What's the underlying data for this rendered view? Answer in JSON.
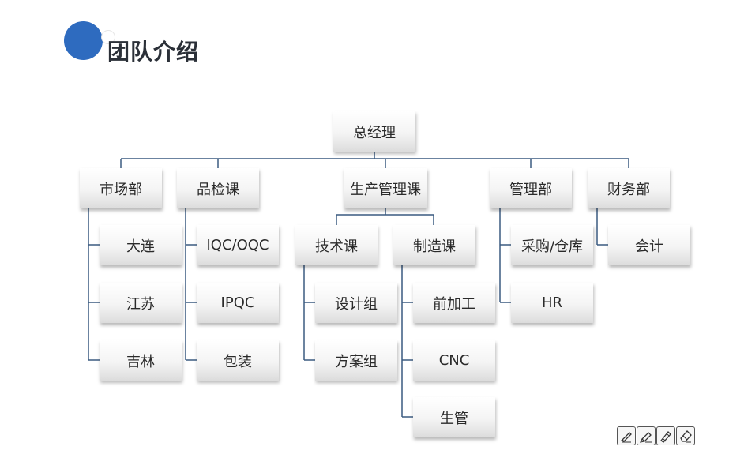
{
  "slide": {
    "title": "团队介绍",
    "accent_color": "#2e6bbf"
  },
  "org_chart": {
    "root": "总经理",
    "departments": [
      {
        "name": "市场部",
        "children": [
          "大连",
          "江苏",
          "吉林"
        ]
      },
      {
        "name": "品检课",
        "children": [
          "IQC/OQC",
          "IPQC",
          "包装"
        ]
      },
      {
        "name": "生产管理课",
        "children": [
          {
            "name": "技术课",
            "children": [
              "设计组",
              "方案组"
            ]
          },
          {
            "name": "制造课",
            "children": [
              "前加工",
              "CNC",
              "生管"
            ]
          }
        ]
      },
      {
        "name": "管理部",
        "children": [
          "采购/仓库",
          "HR"
        ]
      },
      {
        "name": "财务部",
        "children": [
          "会计"
        ]
      }
    ],
    "line_color": "#3a5a80"
  },
  "toolbar": {
    "icons": [
      "pen-icon",
      "highlighter-icon",
      "marker-icon",
      "eraser-icon"
    ]
  }
}
